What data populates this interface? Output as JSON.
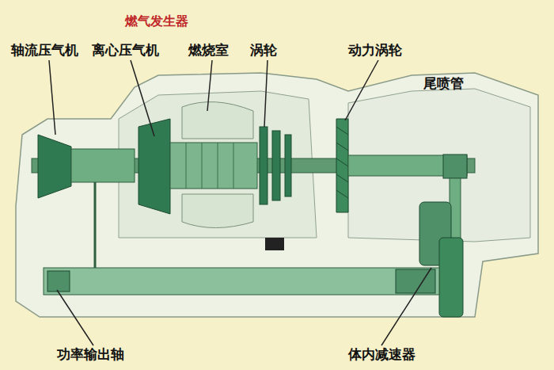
{
  "diagram": {
    "labels": [
      "燃气发生器",
      "轴流压气机",
      "离心压气机",
      "燃烧室",
      "涡轮",
      "动力涡轮",
      "尾喷管",
      "功率输出轴",
      "体内减速器"
    ]
  }
}
